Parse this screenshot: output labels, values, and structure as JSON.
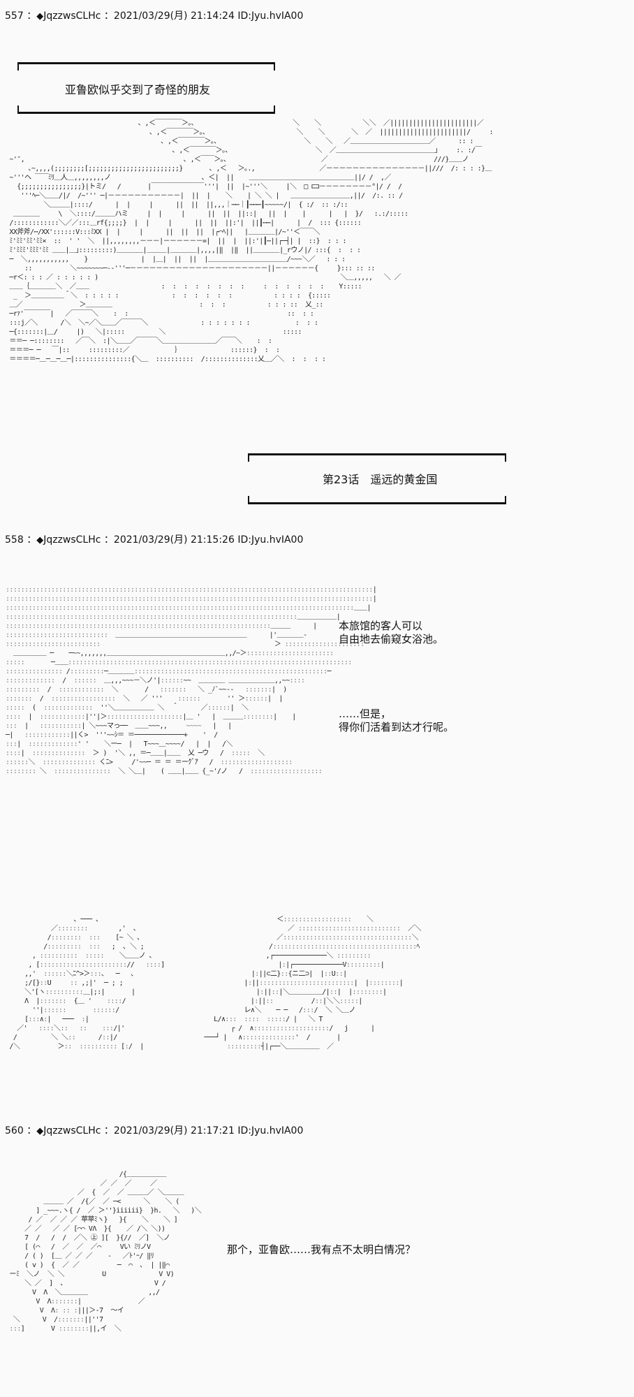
{
  "posts": [
    {
      "number": "557",
      "separator": "：",
      "trip_mark": "◆",
      "trip": "JqzzwsCLHc",
      "date": "2021/03/29(月)",
      "time": "21:14:24",
      "id": "ID:Jyu.hvIA00"
    },
    {
      "number": "558",
      "separator": "：",
      "trip_mark": "◆",
      "trip": "JqzzwsCLHc",
      "date": "2021/03/29(月)",
      "time": "21:15:26",
      "id": "ID:Jyu.hvIA00"
    },
    {
      "number": "560",
      "separator": "：",
      "trip_mark": "◆",
      "trip": "JqzzwsCLHc",
      "date": "2021/03/29(月)",
      "time": "21:17:21",
      "id": "ID:Jyu.hvIA00"
    }
  ],
  "captions": {
    "narration": "亚鲁欧似乎交到了奇怪的朋友",
    "chapter_title": "第23话　遥远的黄金国"
  },
  "dialogue": {
    "innkeeper_line_1": "本旅馆的客人可以\n自由地去偷窥女浴池。",
    "innkeeper_line_2": "……但是，\n得你们活着到达才行呢。",
    "character_line": "那个，亚鲁欧……我有点不太明白情况？"
  },
  "art": {
    "scene_inn": "ascii-art-japanese-inn-building",
    "scene_innkeeper": "ascii-art-innkeeper-face",
    "scene_two_characters": "ascii-art-two-characters",
    "scene_character": "ascii-art-character-with-headband"
  }
}
